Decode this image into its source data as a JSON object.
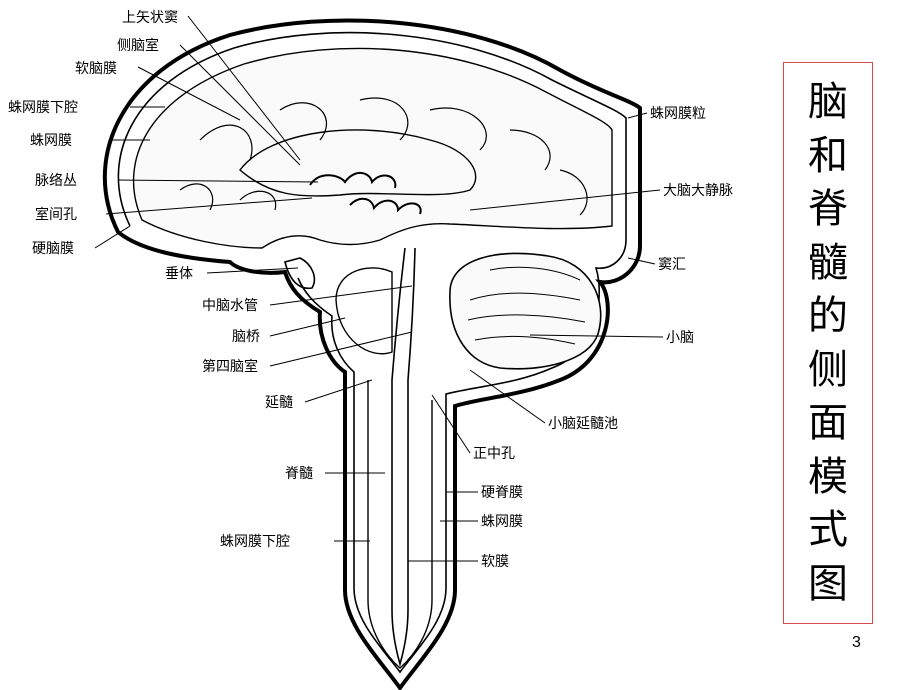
{
  "title_chars": [
    "脑",
    "和",
    "脊",
    "髓",
    "的",
    "侧",
    "面",
    "模",
    "式",
    "图"
  ],
  "page_number": "3",
  "labels": {
    "superior_sagittal_sinus": "上矢状窦",
    "lateral_ventricle": "侧脑室",
    "pia_mater_top": "软脑膜",
    "subarachnoid_space_top": "蛛网膜下腔",
    "arachnoid_top": "蛛网膜",
    "choroid_plexus": "脉络丛",
    "interventricular_foramen": "室间孔",
    "dura_mater_brain": "硬脑膜",
    "hypophysis": "垂体",
    "cerebral_aqueduct": "中脑水管",
    "pons": "脑桥",
    "fourth_ventricle": "第四脑室",
    "medulla": "延髓",
    "spinal_cord": "脊髓",
    "subarachnoid_space_bottom": "蛛网膜下腔",
    "arachnoid_granulation": "蛛网膜粒",
    "great_cerebral_vein": "大脑大静脉",
    "confluence_of_sinuses": "窦汇",
    "cerebellum": "小脑",
    "cerebellomedullary_cistern": "小脑延髓池",
    "median_aperture": "正中孔",
    "spinal_dura": "硬脊膜",
    "arachnoid_bottom": "蛛网膜",
    "pia_mater_bottom": "软膜"
  }
}
